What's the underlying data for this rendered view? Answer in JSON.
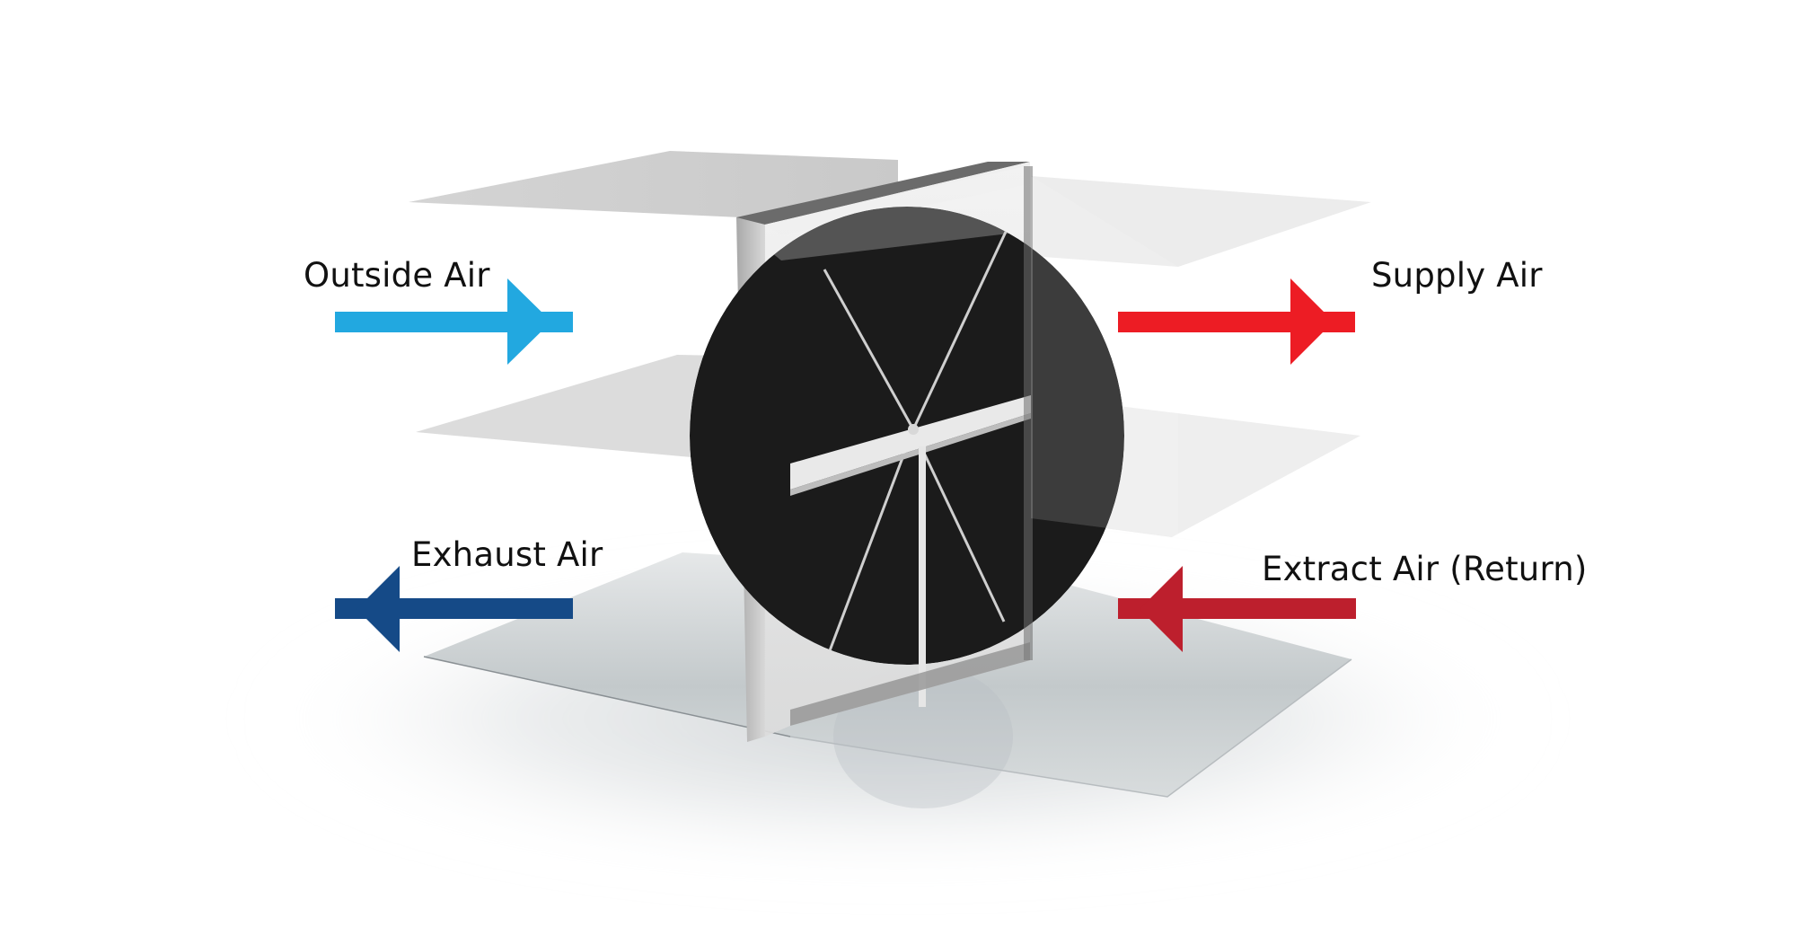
{
  "diagram": {
    "subject": "Rotary heat exchanger wheel airflow",
    "labels": {
      "outside_air": "Outside Air",
      "supply_air": "Supply Air",
      "exhaust_air": "Exhaust Air",
      "extract_air": "Extract Air (Return)"
    },
    "arrows": [
      {
        "id": "outside_air",
        "direction": "right",
        "color": "#22A8E0"
      },
      {
        "id": "supply_air",
        "direction": "right",
        "color": "#ED1C24"
      },
      {
        "id": "exhaust_air",
        "direction": "left",
        "color": "#154A87"
      },
      {
        "id": "extract_air",
        "direction": "left",
        "color": "#BD1F2D"
      }
    ],
    "colors": {
      "background": "#FFFFFF",
      "wheel": "#1A1A1A",
      "frame": "#D6D6D6",
      "frame_dark": "#6A6A6A",
      "plane": "#D9D9D9"
    }
  }
}
